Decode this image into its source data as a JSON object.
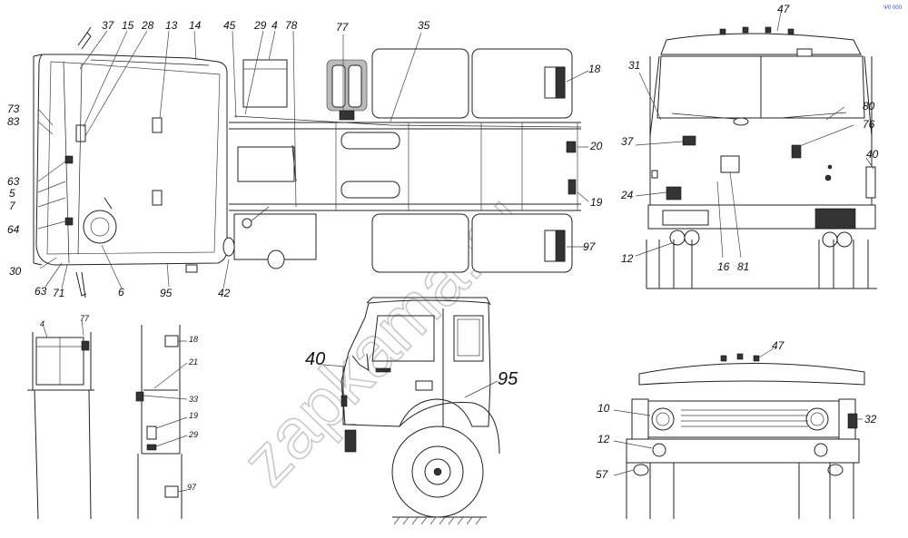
{
  "corner_mark": "Ψ0 000",
  "watermark": "zapkama.ru",
  "top_view_callouts": {
    "c37": "37",
    "c15": "15",
    "c28": "28",
    "c13": "13",
    "c14": "14",
    "c45": "45",
    "c29": "29",
    "c4": "4",
    "c78": "78",
    "c77": "77",
    "c35": "35",
    "c18": "18",
    "c20": "20",
    "c19": "19",
    "c97": "97",
    "c73": "73",
    "c83": "83",
    "c63a": "63",
    "c5": "5",
    "c7": "7",
    "c64": "64",
    "c30": "30",
    "c63b": "63",
    "c71": "71",
    "c6": "6",
    "c95": "95",
    "c42": "42"
  },
  "front_view_callouts": {
    "c47": "47",
    "c31": "31",
    "c80": "80",
    "c76": "76",
    "c37": "37",
    "c40": "40",
    "c24": "24",
    "c12": "12",
    "c16": "16",
    "c81": "81"
  },
  "detail_left_callouts": {
    "c4": "4",
    "c77": "77"
  },
  "detail_right_callouts": {
    "c18": "18",
    "c21": "21",
    "c33": "33",
    "c19": "19",
    "c29": "29",
    "c97": "97"
  },
  "side_view_callouts": {
    "c40": "40",
    "c95": "95"
  },
  "front_lower_callouts": {
    "c47": "47",
    "c10": "10",
    "c32": "32",
    "c12": "12",
    "c57": "57"
  }
}
